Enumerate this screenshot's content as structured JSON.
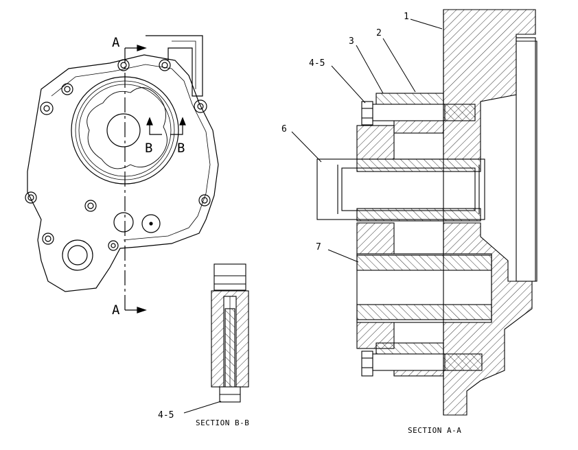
{
  "drawing": {
    "views": {
      "front": {
        "section_arrow_letter_top": "A",
        "section_arrow_letter_bottom": "A",
        "detail_arrow_letter_1": "B",
        "detail_arrow_letter_2": "B"
      },
      "section_b": {
        "caption": "SECTION B-B",
        "callout": "4-5"
      },
      "section_a": {
        "caption": "SECTION A-A"
      }
    },
    "callouts": {
      "c1": "1",
      "c2": "2",
      "c3": "3",
      "c45": "4-5",
      "c6": "6",
      "c7": "7"
    }
  }
}
